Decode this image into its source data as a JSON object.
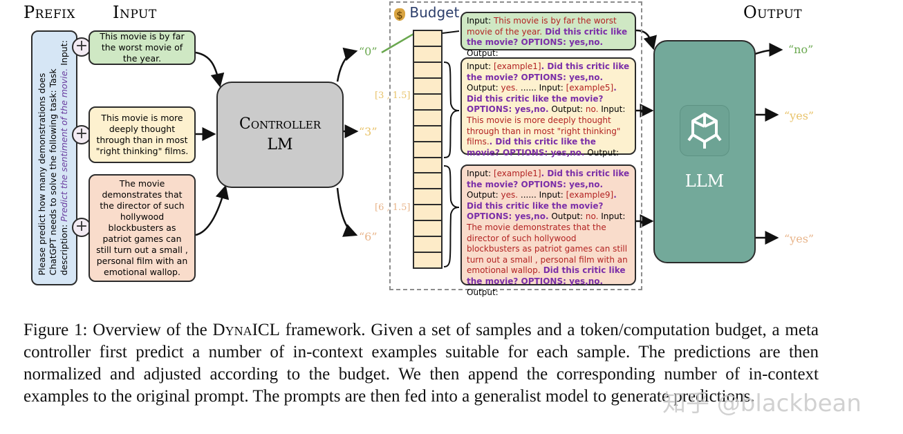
{
  "headers": {
    "prefix": "Prefix",
    "input": "Input",
    "output": "Output"
  },
  "prefix_text": {
    "normal": "Please predict how many demonstrations does ChatGPT needs to solve the following task: Task description: ",
    "italic": "Predict the sentiment of the movie.",
    "tail": " Input:"
  },
  "inputs": [
    {
      "text": "This movie is by far the worst movie of the year.",
      "color": "#cfe8c4"
    },
    {
      "text": "This movie is more deeply thought through than in most \"right thinking\" films.",
      "color": "#fdf1cf"
    },
    {
      "text": "The movie demonstrates that the director of such hollywood blockbusters as patriot games can still turn out a small , personal film with an emotional wallop.",
      "color": "#f9dccb"
    }
  ],
  "controller": {
    "line1": "Controller",
    "line2": "LM"
  },
  "predictions": [
    {
      "label": "“0”",
      "color": "#6aa84f"
    },
    {
      "label": "“3”",
      "color": "#e8c36a"
    },
    {
      "label": "“6”",
      "color": "#e8b48a"
    }
  ],
  "budget": {
    "label": "Budget",
    "icon": "money-bag-icon"
  },
  "ranges": [
    "[3 , 1.5]",
    "[6 , 1.5]"
  ],
  "prompts": {
    "p1": {
      "a": "Input: ",
      "b": "This movie is by far the worst movie of the year.",
      "c": " Did this critic like the movie? OPTIONS: yes,no.",
      "d": " Output:"
    },
    "p2": {
      "a": "Input: ",
      "b": "[example1]",
      "c": ". Did this critic like the movie? OPTIONS: yes,no.",
      "d": " Output: ",
      "e": "yes.",
      "f": " ...... Input: ",
      "g": "[example5]",
      "h": ". Did this critic like the movie? OPTIONS: yes,no.",
      "i": " Output: ",
      "j": "no.",
      "k": " Input: ",
      "l": "This movie is more deeply thought through than in most \"right thinking\" films.",
      "m": ". Did this critic like the movie? OPTIONS: yes,no.",
      "n": " Output:"
    },
    "p3": {
      "a": "Input: ",
      "b": "[example1]",
      "c": ". Did this critic like the movie? OPTIONS: yes,no.",
      "d": " Output: ",
      "e": "yes.",
      "f": " ...... Input: ",
      "g": "[example9]",
      "h": ". Did this critic like the movie? OPTIONS: yes,no.",
      "i": " Output: ",
      "j": "no.",
      "k": " Input: ",
      "l": "The movie demonstrates that the director of such hollywood blockbusters as patriot games can still turn out a small , personal film with an emotional wallop.",
      "m": " Did this critic like the movie? OPTIONS: yes,no.",
      "n": " Output:"
    }
  },
  "llm": {
    "label": "LLM",
    "icon": "openai-logo-icon"
  },
  "outputs": [
    {
      "label": "“no”",
      "color": "#6aa84f"
    },
    {
      "label": "“yes”",
      "color": "#e8c36a"
    },
    {
      "label": "“yes”",
      "color": "#e8b48a"
    }
  ],
  "caption": {
    "lead": "Figure 1: Overview of the ",
    "name": "DynaICL",
    "rest": " framework. Given a set of samples and a token/computation budget, a meta controller first predict a number of in-context examples suitable for each sample. The predictions are then normalized and adjusted according to the budget. We then append the corresponding number of in-context examples to the original prompt. The prompts are then fed into a generalist model to generate predictions."
  },
  "watermark": "知乎 @blackbean"
}
